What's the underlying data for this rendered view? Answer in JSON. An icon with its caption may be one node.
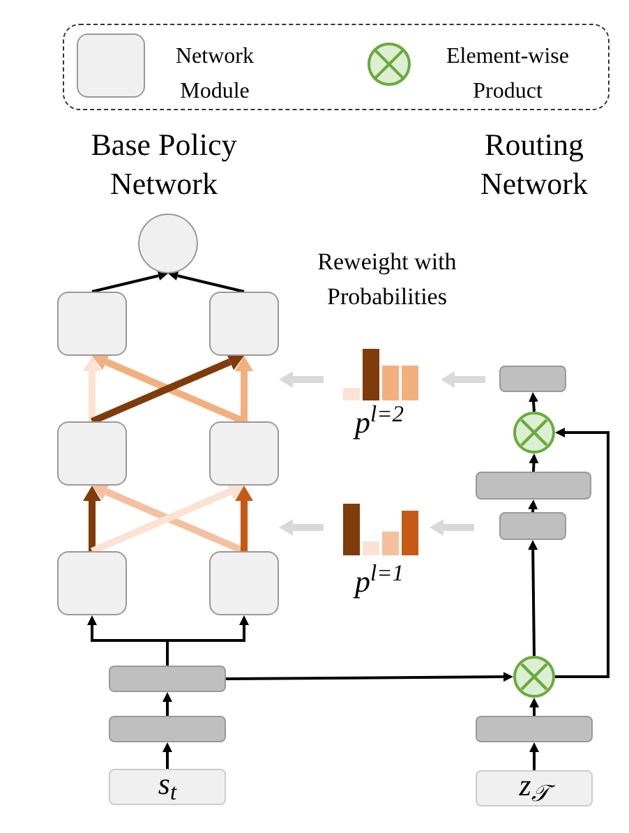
{
  "diagram": {
    "nodes": [
      {
        "text": [],
        "shape": "circle"
      },
      {
        "text": [],
        "shape": "box"
      },
      {
        "text": [],
        "shape": "box"
      },
      {
        "text": [],
        "shape": "box"
      },
      {
        "text": [],
        "shape": "box"
      },
      {
        "text": [],
        "shape": "box"
      },
      {
        "text": [],
        "shape": "box"
      },
      {
        "text": [],
        "shape": "bar"
      },
      {
        "text": [],
        "shape": "bar"
      },
      {
        "text": [
          "s$_{t}$"
        ]
      },
      {
        "text": [],
        "shape": "bar"
      },
      {
        "text": [],
        "shape": "circle"
      },
      {
        "text": [],
        "shape": "bar"
      },
      {
        "text": [],
        "shape": "bar"
      },
      {
        "text": [],
        "shape": "circle"
      },
      {
        "text": [],
        "shape": "bar"
      },
      {
        "text": [
          "z$_{𝒯}$"
        ]
      }
    ],
    "edges": [
      {
        "from": 1,
        "to": 0,
        "arrow": "to"
      },
      {
        "from": 2,
        "to": 0,
        "arrow": "to"
      },
      {
        "from": 3,
        "to": 1,
        "arrow": "to",
        "style": "thick",
        "color": "#fbe2d3"
      },
      {
        "from": 4,
        "to": 1,
        "arrow": "to",
        "style": "thick",
        "color": "#f2b07f"
      },
      {
        "from": 3,
        "to": 2,
        "arrow": "to",
        "style": "thick",
        "color": "#7f3b0a"
      },
      {
        "from": 4,
        "to": 2,
        "arrow": "to",
        "style": "thick",
        "color": "#f2b07f"
      },
      {
        "from": 5,
        "to": 3,
        "arrow": "to",
        "style": "thick",
        "color": "#7f3b0a"
      },
      {
        "from": 6,
        "to": 3,
        "arrow": "to",
        "style": "thick",
        "color": "#f5c0a0"
      },
      {
        "from": 5,
        "to": 4,
        "arrow": "to",
        "style": "thick",
        "color": "#fbe2d3"
      },
      {
        "from": 6,
        "to": 4,
        "arrow": "to",
        "style": "thick",
        "color": "#c65a14"
      },
      {
        "from": 7,
        "to": 5,
        "arrow": "to"
      },
      {
        "from": 7,
        "to": 6,
        "arrow": "to"
      },
      {
        "from": 8,
        "to": 7,
        "arrow": "to"
      },
      {
        "from": 9,
        "to": 8,
        "arrow": "to"
      },
      {
        "from": 7,
        "to": 14,
        "arrow": "to"
      },
      {
        "from": 16,
        "to": 15,
        "arrow": "to"
      },
      {
        "from": 15,
        "to": 14,
        "arrow": "to"
      },
      {
        "from": 14,
        "to": 13,
        "arrow": "to"
      },
      {
        "from": 13,
        "to": 12,
        "arrow": "to"
      },
      {
        "from": 12,
        "to": 11,
        "arrow": "to"
      },
      {
        "from": 11,
        "to": 10,
        "arrow": "to"
      },
      {
        "from": 14,
        "to": 11,
        "arrow": "to"
      }
    ],
    "labels": [
      "Base Policy Network",
      "Routing Network",
      "Reweight with Probabilities",
      "p$^{l=2}$",
      "p$^{l=1}$"
    ],
    "legend": [
      {
        "text": "Network Module"
      },
      {
        "text": "Element-wise Product"
      }
    ]
  }
}
